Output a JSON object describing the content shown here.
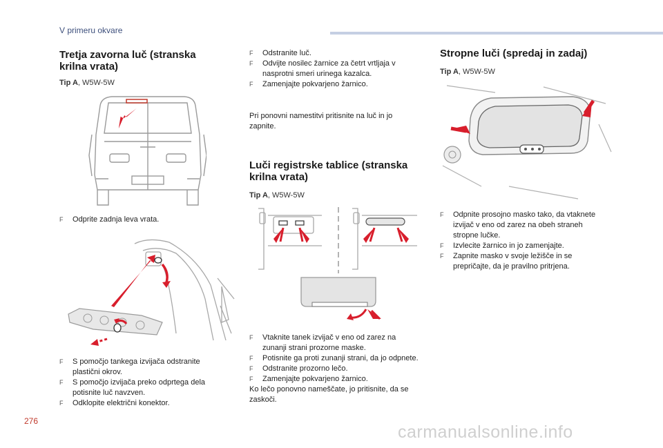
{
  "header": {
    "title": "V primeru okvare"
  },
  "col1": {
    "heading": "Tretja zavorna luč (stranska krilna vrata)",
    "tip_label": "Tip A",
    "tip_value": ", W5W-5W",
    "step1": "Odprite zadnja leva vrata.",
    "steps2": [
      "S pomočjo tankega izvijača odstranite plastični okrov.",
      "S pomočjo izvijača preko odprtega dela potisnite luč navzven.",
      "Odklopite električni konektor."
    ]
  },
  "col2": {
    "steps1": [
      "Odstranite luč.",
      "Odvijte nosilec žarnice za četrt vrtljaja v nasprotni smeri urinega kazalca.",
      "Zamenjajte pokvarjeno žarnico."
    ],
    "note1": "Pri ponovni namestitvi pritisnite na luč in jo zapnite.",
    "heading": "Luči registrske tablice (stranska krilna vrata)",
    "tip_label": "Tip A",
    "tip_value": ", W5W-5W",
    "steps2": [
      "Vtaknite tanek izvijač v eno od zarez na zunanji strani prozorne maske.",
      "Potisnite ga proti zunanji strani, da jo odpnete.",
      "Odstranite prozorno lečo.",
      "Zamenjajte pokvarjeno žarnico."
    ],
    "note2": "Ko lečo ponovno nameščate, jo pritisnite, da se zaskoči."
  },
  "col3": {
    "heading": "Stropne luči (spredaj in zadaj)",
    "tip_label": "Tip A",
    "tip_value": ", W5W-5W",
    "steps": [
      "Odpnite prosojno masko tako, da vtaknete izvijač v eno od zarez na obeh straneh stropne lučke.",
      "Izvlecite žarnico in jo zamenjajte.",
      "Zapnite masko v svoje ležišče in se prepričajte, da je pravilno pritrjena."
    ]
  },
  "page_number": "276",
  "watermark": "carmanualsonline.info",
  "bullet_glyph": "F",
  "colors": {
    "accent_red": "#d81e2c",
    "header_text": "#3d4f7c",
    "header_bar": "#c5cfe3"
  }
}
